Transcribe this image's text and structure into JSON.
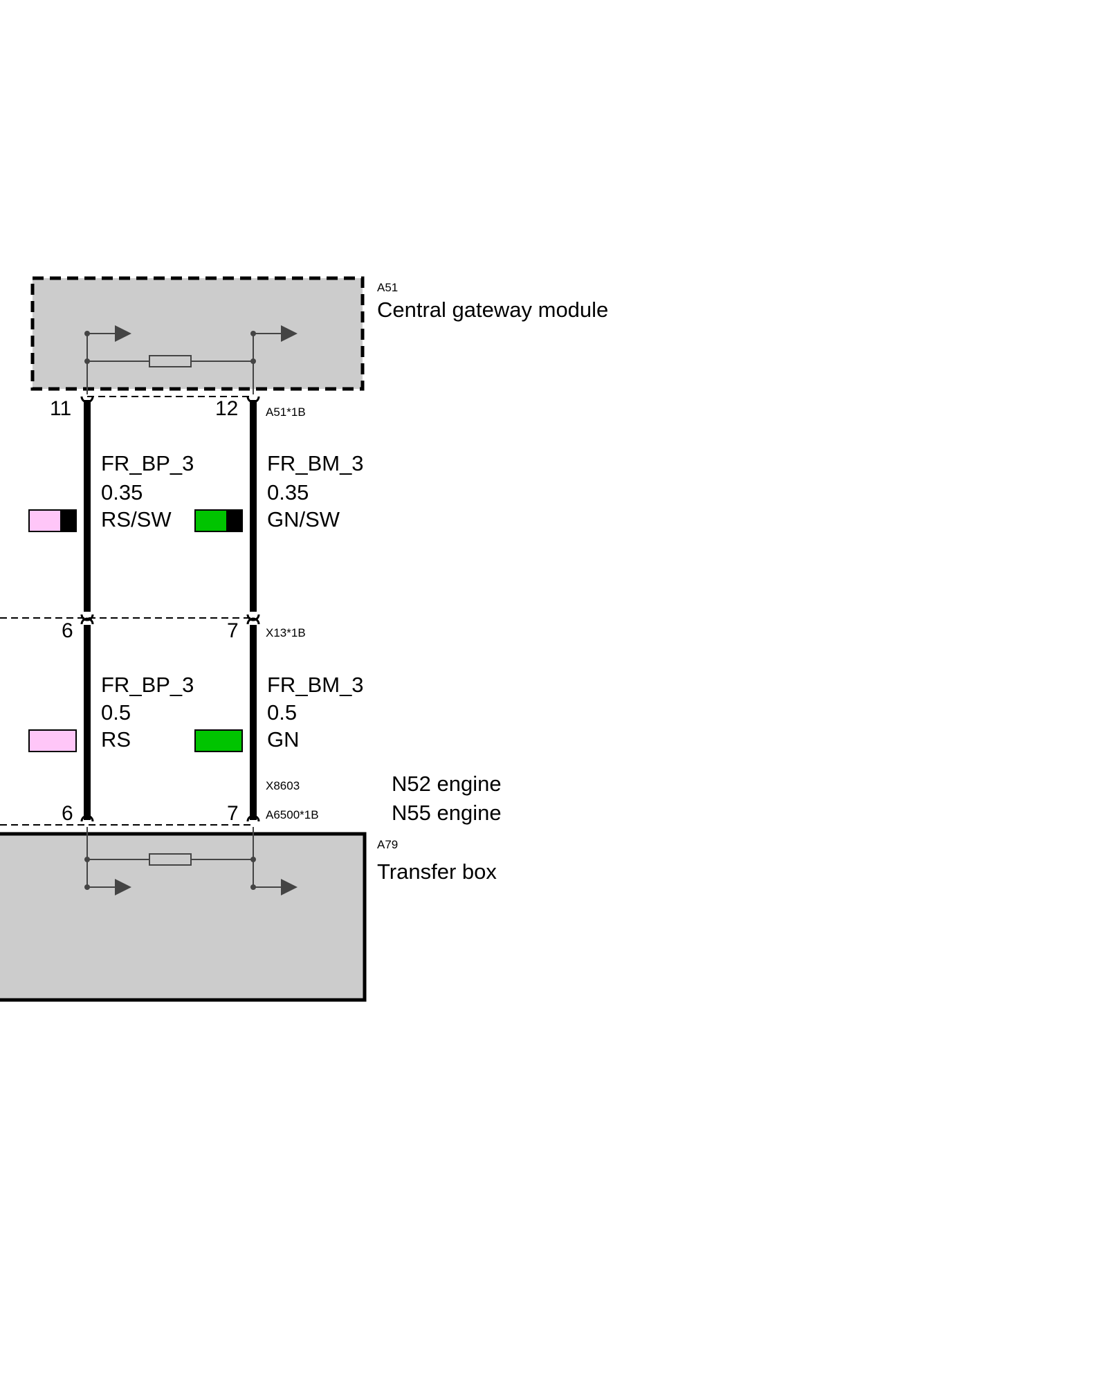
{
  "modules": {
    "gateway": {
      "id": "A51",
      "name": "Central gateway module",
      "connector": "A51*1B"
    },
    "transfer": {
      "id": "A79",
      "name": "Transfer box",
      "connector": "A6500*1B"
    }
  },
  "junction": {
    "connector": "X13*1B",
    "alt_connector": "X8603"
  },
  "variants": [
    "N52 engine",
    "N55 engine"
  ],
  "wires": {
    "left_top": {
      "pin": "11",
      "signal": "FR_BP_3",
      "size": "0.35",
      "color_code": "RS/SW",
      "color": "#ffc6f8",
      "stripe": "#000000"
    },
    "right_top": {
      "pin": "12",
      "signal": "FR_BM_3",
      "size": "0.35",
      "color_code": "GN/SW",
      "color": "#00c400",
      "stripe": "#000000"
    },
    "left_bottom": {
      "pin_top": "6",
      "pin_bottom": "6",
      "signal": "FR_BP_3",
      "size": "0.5",
      "color_code": "RS",
      "color": "#ffc6f8"
    },
    "right_bottom": {
      "pin_top": "7",
      "pin_bottom": "7",
      "signal": "FR_BM_3",
      "size": "0.5",
      "color_code": "GN",
      "color": "#00c400"
    }
  },
  "colors": {
    "module_fill": "#cccccc",
    "wire": "#000000",
    "symbol": "#444444"
  }
}
